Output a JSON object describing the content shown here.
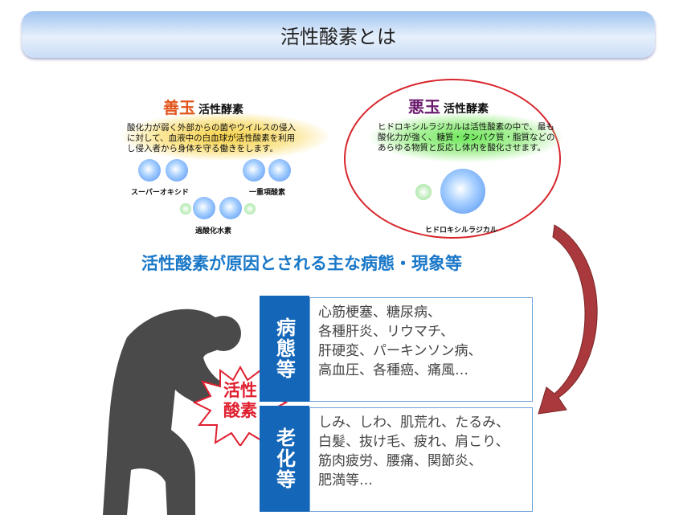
{
  "title": "活性酸素とは",
  "good": {
    "prefix": "善玉",
    "label": "活性酵素",
    "description": "酸化力が弱く外部からの菌やウイルスの侵入\nに対して、血液中の白血球が活性酸素を利用\nし侵入者から身体を守る働きをします。",
    "molecules": [
      "スーパーオキシド",
      "一重項酸素",
      "過酸化水素"
    ]
  },
  "bad": {
    "prefix": "悪玉",
    "label": "活性酵素",
    "description": "ヒドロキシルラジカルは活性酸素の中で、最も\n酸化力が強く、糖質・タンパク質・脂質などの\nあらゆる物質と反応し体内を酸化させます。",
    "molecule": "ヒドロキシルラジカル"
  },
  "heading": "活性酸素が原因とされる主な病態・現象等",
  "center_badge": {
    "line1": "活性",
    "line2": "酸素"
  },
  "categories": [
    {
      "label": "病態等",
      "text": "心筋梗塞、糖尿病、\n各種肝炎、リウマチ、\n肝硬変、パーキンソン病、\n高血圧、各種癌、痛風…"
    },
    {
      "label": "老化等",
      "text": "しみ、しわ、肌荒れ、たるみ、\n白髪、抜け毛、疲れ、肩こり、\n筋肉疲労、腰痛、関節炎、\n肥満等…"
    }
  ],
  "colors": {
    "good": "#e2541a",
    "bad": "#6a1a6e",
    "accent": "#1466b8",
    "alert": "#d8262d"
  }
}
